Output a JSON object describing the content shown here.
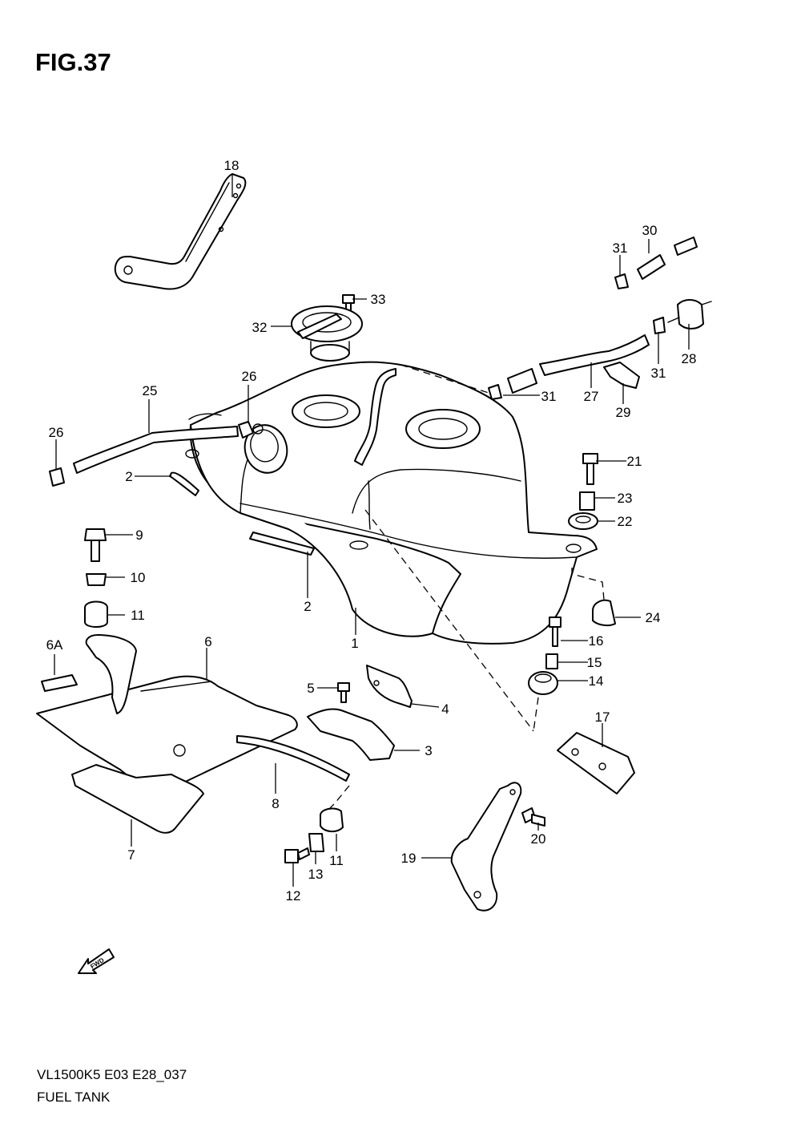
{
  "figure": {
    "title": "FIG.37",
    "model_code": "VL1500K5 E03 E28_037",
    "name": "FUEL TANK",
    "fwd_label": "FWD"
  },
  "callouts": [
    "1",
    "2",
    "2",
    "3",
    "4",
    "5",
    "6",
    "6A",
    "7",
    "8",
    "9",
    "10",
    "11",
    "11",
    "12",
    "13",
    "14",
    "15",
    "16",
    "17",
    "18",
    "19",
    "20",
    "21",
    "22",
    "23",
    "24",
    "25",
    "26",
    "26",
    "27",
    "28",
    "29",
    "30",
    "31",
    "31",
    "31",
    "32",
    "33"
  ]
}
